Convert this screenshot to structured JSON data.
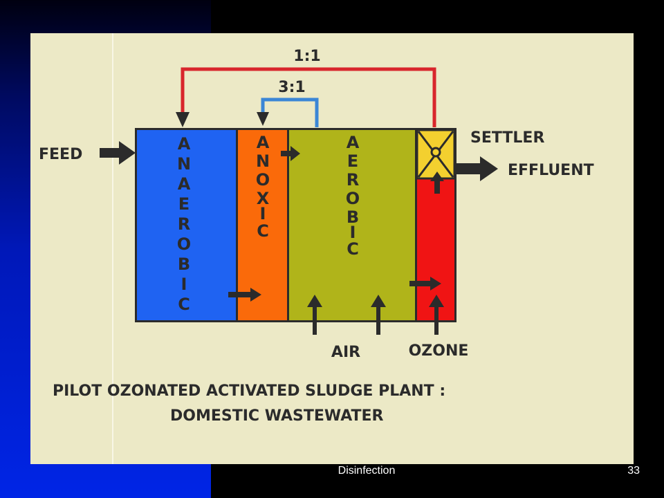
{
  "diagram": {
    "recycle_outer": "1:1",
    "recycle_inner": "3:1",
    "feed": "FEED",
    "settler": "SETTLER",
    "effluent": "EFFLUENT",
    "air": "AIR",
    "ozone": "OZONE",
    "zones": {
      "anaerobic": [
        "A",
        "N",
        "A",
        "E",
        "R",
        "O",
        "B",
        "I",
        "C"
      ],
      "anoxic": [
        "A",
        "N",
        "O",
        "X",
        "I",
        "C"
      ],
      "aerobic": [
        "A",
        "E",
        "R",
        "O",
        "B",
        "I",
        "C"
      ]
    },
    "caption_line1": "PILOT OZONATED ACTIVATED SLUDGE PLANT :",
    "caption_line2": "DOMESTIC WASTEWATER"
  },
  "footer": {
    "title": "Disinfection",
    "slide_number": "33"
  },
  "colors": {
    "anaerobic": "#1f63f2",
    "anoxic": "#fa6a0a",
    "aerobic": "#b0b41a",
    "ozone_zone": "#f01414",
    "settler": "#f3d02f",
    "recycle_1_1": "#d8262c",
    "recycle_3_1": "#3b86d6",
    "paper": "#ece9c6"
  }
}
